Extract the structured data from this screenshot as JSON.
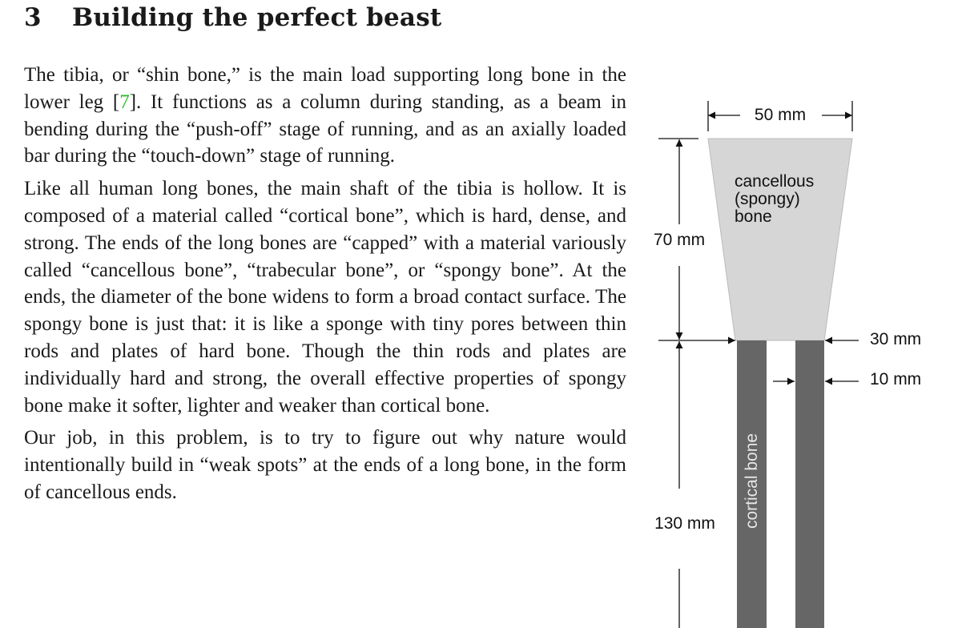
{
  "section": {
    "number": "3",
    "title": "Building the perfect beast"
  },
  "paragraphs": [
    {
      "before_cite": "The tibia, or “shin bone,” is the main load supporting long bone in the lower leg [",
      "cite": "7",
      "after_cite": "]. It functions as a column during standing, as a beam in bending during the “push-off” stage of running, and as an axially loaded bar during the “touch-down” stage of running."
    },
    {
      "text": "Like all human long bones, the main shaft of the tibia is hollow. It is composed of a material called “cortical bone”, which is hard, dense, and strong. The ends of the long bones are “capped” with a material variously called “cancellous bone”, “trabecular bone”, or “spongy bone”. At the ends, the diameter of the bone widens to form a broad contact surface. The spongy bone is just that: it is like a sponge with tiny pores between thin rods and plates of hard bone. Though the thin rods and plates are individually hard and strong, the overall effective properties of spongy bone make it softer, lighter and weaker than cortical bone."
    },
    {
      "text": "Our job, in this problem, is to try to figure out why nature would intentionally build in “weak spots” at the ends of a long bone, in the form of cancellous ends."
    }
  ],
  "figure": {
    "dimensions": {
      "top_width": "50 mm",
      "end_height": "70 mm",
      "shaft_width": "30 mm",
      "wall_thickness": "10 mm",
      "shaft_length": "130 mm"
    },
    "labels": {
      "cancellous": [
        "cancellous",
        "(spongy)",
        "bone"
      ],
      "cortical": "cortical bone"
    },
    "colors": {
      "cancellous_fill": "#d6d6d6",
      "cortical_fill": "#666666",
      "line": "#111111",
      "citation": "#2bbf2b"
    }
  }
}
